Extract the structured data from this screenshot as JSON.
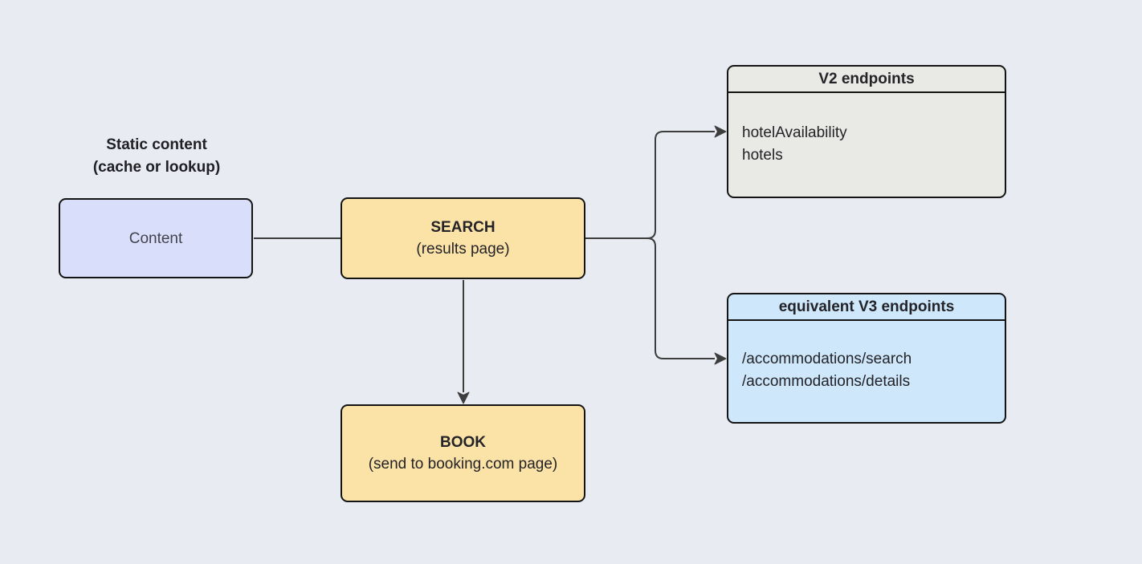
{
  "diagram": {
    "background_color": "#e9ebf3",
    "border_color": "#141414",
    "connector_color": "#3d3d3d",
    "float_label": {
      "line1": "Static content",
      "line2": "(cache or lookup)"
    },
    "nodes": {
      "content": {
        "label": "Content",
        "fill": "#d9defb"
      },
      "search": {
        "title": "SEARCH",
        "subtitle": "(results page)",
        "fill": "#fbe2a6"
      },
      "book": {
        "title": "BOOK",
        "subtitle": "(send to booking.com page)",
        "fill": "#fbe2a6"
      },
      "v2": {
        "title": "V2 endpoints",
        "items": [
          "hotelAvailability",
          "hotels"
        ],
        "fill": "#e9e9e5"
      },
      "v3": {
        "title": "equivalent V3 endpoints",
        "items": [
          "/accommodations/search",
          "/accommodations/details"
        ],
        "fill": "#cee7fb"
      }
    },
    "edges": [
      {
        "from": "content",
        "to": "search",
        "arrow": false
      },
      {
        "from": "search",
        "to": "book",
        "arrow": true
      },
      {
        "from": "search",
        "to": "v2",
        "arrow": true
      },
      {
        "from": "search",
        "to": "v3",
        "arrow": true
      }
    ]
  }
}
